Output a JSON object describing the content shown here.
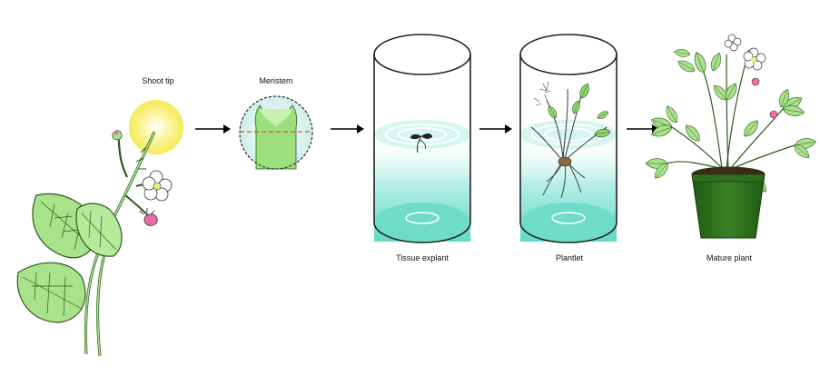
{
  "diagram": {
    "stages": [
      {
        "id": "shoot-tip",
        "label": "Shoot tip"
      },
      {
        "id": "meristem",
        "label": "Meristem"
      },
      {
        "id": "tissue-explant",
        "label": "Tissue explant"
      },
      {
        "id": "plantlet",
        "label": "Plantlet"
      },
      {
        "id": "mature-plant",
        "label": "Mature plant"
      }
    ]
  },
  "colors": {
    "leaf": "#a8e28a",
    "leaf_stroke": "#2d5a1f",
    "glow": "#f7f27a",
    "meristem_tissue": "#9be07c",
    "cut_line": "#e0551f",
    "medium": "#7fe3d2",
    "jar_outline": "#222222",
    "pot": "#2f6f1e",
    "flower_pink": "#f06aa8"
  }
}
